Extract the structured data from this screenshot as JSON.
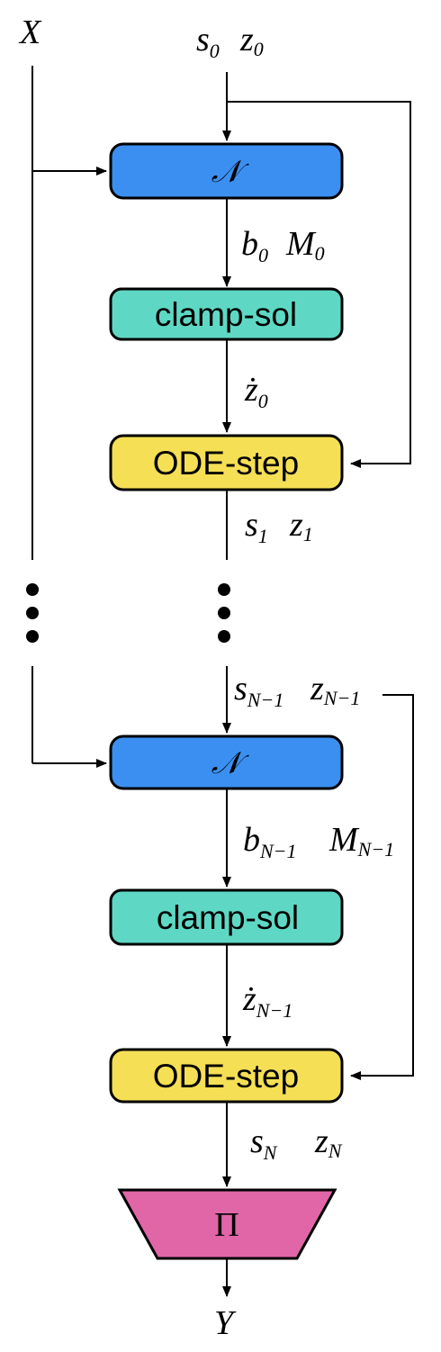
{
  "input_label": "X",
  "output_label": "Y",
  "colors": {
    "network": "#3b8ff0",
    "clamp": "#5ed8c4",
    "ode": "#f5df55",
    "projection": "#e066a8",
    "stroke": "#000000"
  },
  "blocks": {
    "network_symbol": "𝒩",
    "clamp_label": "clamp-sol",
    "ode_label": "ODE-step",
    "projection_symbol": "Π"
  },
  "stage_first": {
    "in_s": "s",
    "in_s_sub": "0",
    "in_z": "z",
    "in_z_sub": "0",
    "net_b": "b",
    "net_b_sub": "0",
    "net_M": "M",
    "net_M_sub": "0",
    "clamp_z": "ż",
    "clamp_z_sub": "0",
    "out_s": "s",
    "out_s_sub": "1",
    "out_z": "z",
    "out_z_sub": "1"
  },
  "stage_last": {
    "in_s": "s",
    "in_s_sub": "N−1",
    "in_z": "z",
    "in_z_sub": "N−1",
    "net_b": "b",
    "net_b_sub": "N−1",
    "net_M": "M",
    "net_M_sub": "N−1",
    "clamp_z": "ż",
    "clamp_z_sub": "N−1",
    "out_s": "s",
    "out_s_sub": "N",
    "out_z": "z",
    "out_z_sub": "N"
  }
}
